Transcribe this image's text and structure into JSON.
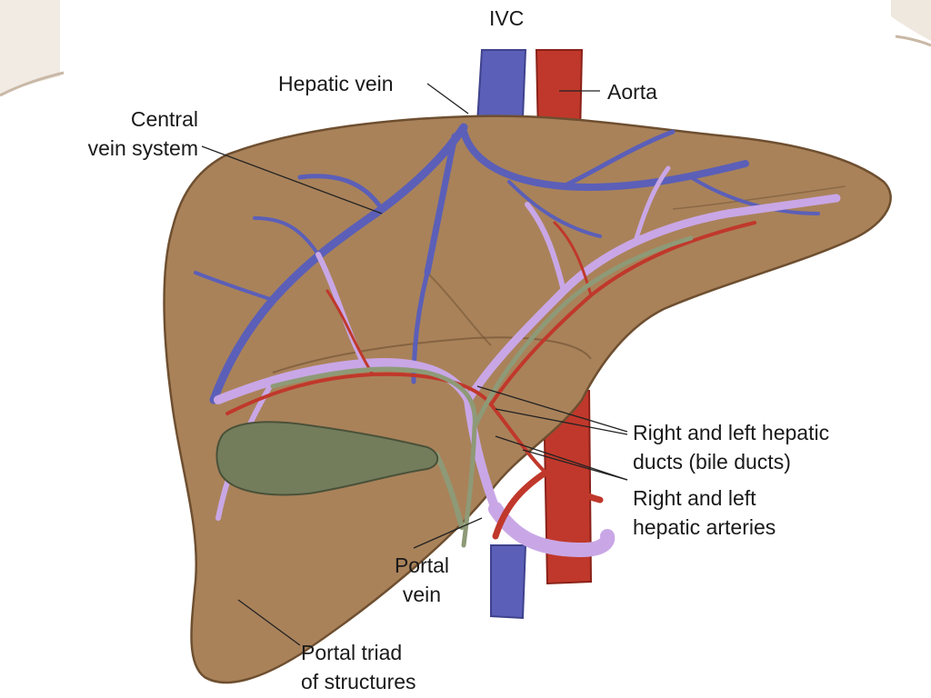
{
  "colors": {
    "liver": "#a9825a",
    "liver_shadow": "#8c6a45",
    "vein": "#5b5fb8",
    "artery": "#c0382b",
    "portal": "#c9a7e6",
    "duct": "#8e9a77",
    "gallbladder": "#737d5c"
  },
  "labels": {
    "ivc": "IVC",
    "hepatic_vein": "Hepatic vein",
    "aorta": "Aorta",
    "central_vein": [
      "Central",
      "vein system"
    ],
    "hepatic_ducts": [
      "Right and left hepatic",
      "ducts (bile ducts)"
    ],
    "hepatic_arteries": [
      "Right and left",
      "hepatic arteries"
    ],
    "portal_vein": [
      "Portal",
      "vein"
    ],
    "portal_triad": [
      "Portal triad",
      "of structures"
    ]
  }
}
